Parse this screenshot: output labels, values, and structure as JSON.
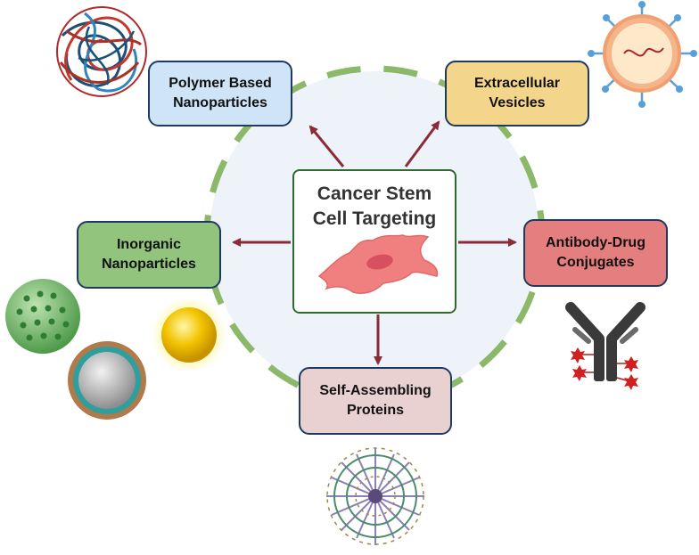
{
  "center": {
    "line1": "Cancer Stem",
    "line2": "Cell Targeting"
  },
  "categories": [
    {
      "line1": "Polymer Based",
      "line2": "Nanoparticles",
      "color": "#cfe5f7"
    },
    {
      "line1": "Extracellular",
      "line2": "Vesicles",
      "color": "#f3d58c"
    },
    {
      "line1": "Inorganic",
      "line2": "Nanoparticles",
      "color": "#93c47d"
    },
    {
      "line1": "Antibody-Drug",
      "line2": "Conjugates",
      "color": "#e57f7f"
    },
    {
      "line1": "Self-Assembling",
      "line2": "Proteins",
      "color": "#ead1d1"
    }
  ],
  "colors": {
    "circle_fill": "#eef3fa",
    "dashed_ring": "#8cb86a",
    "arrow": "#8a2b3a",
    "cell": "#f08080"
  }
}
